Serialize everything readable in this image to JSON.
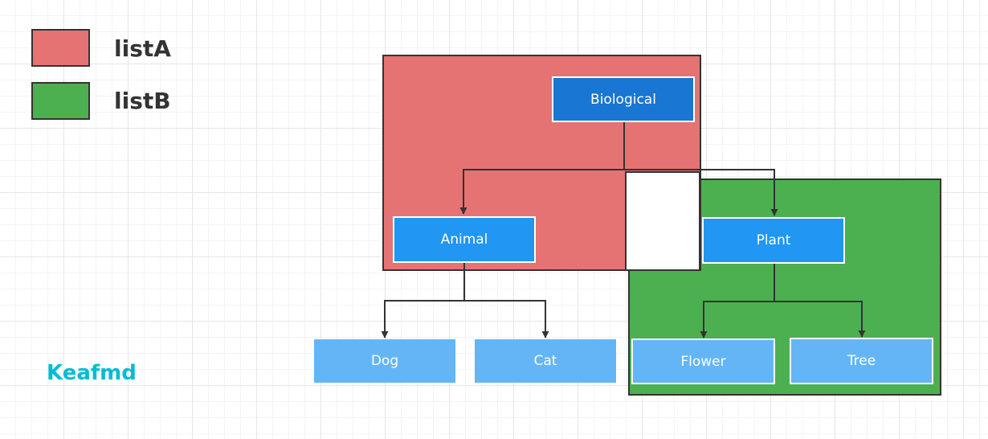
{
  "colors": {
    "listA": "#e57373",
    "listB": "#4caf50",
    "root": "#1976d2",
    "mid": "#2196f3",
    "leaf": "#64b5f6",
    "brand": "#00bcd4"
  },
  "legend": [
    {
      "label": "listA"
    },
    {
      "label": "listB"
    }
  ],
  "nodes": {
    "biological": "Biological",
    "animal": "Animal",
    "plant": "Plant",
    "dog": "Dog",
    "cat": "Cat",
    "flower": "Flower",
    "tree": "Tree"
  },
  "brand": "Keafmd"
}
